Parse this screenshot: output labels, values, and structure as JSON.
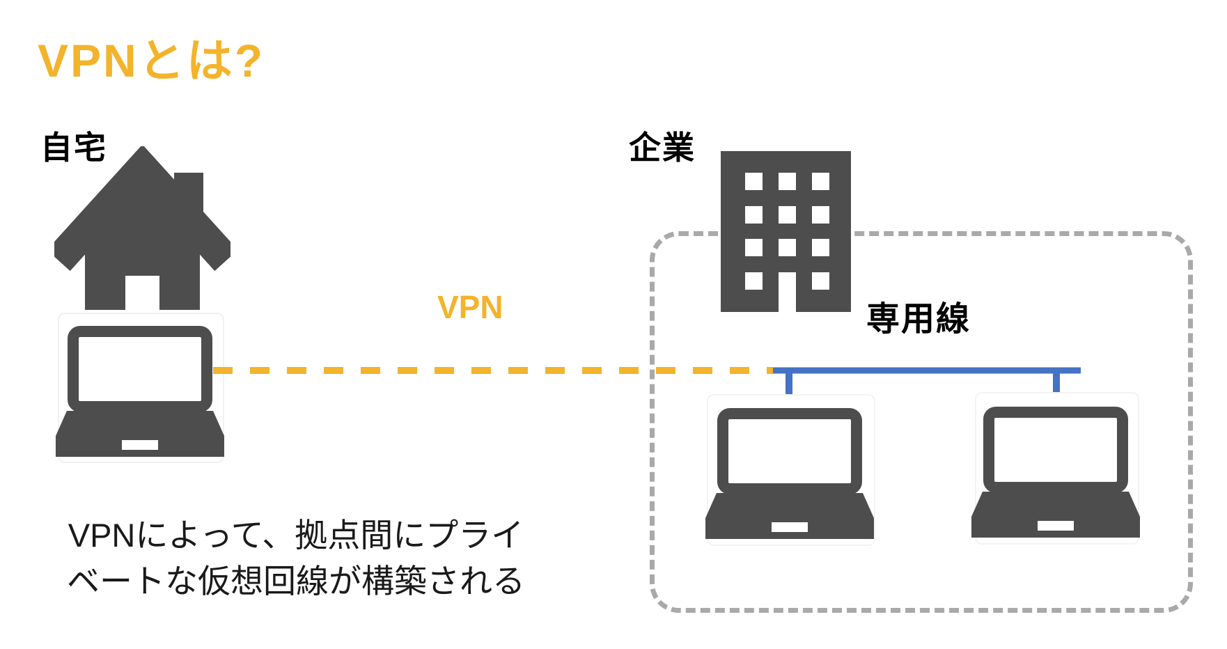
{
  "title": "VPNとは?",
  "home": {
    "label": "自宅"
  },
  "company": {
    "label": "企業"
  },
  "vpn_link": {
    "label": "VPN"
  },
  "dedicated_link": {
    "label": "専用線"
  },
  "caption": {
    "line1": "VPNによって、拠点間にプライ",
    "line2": "ベートな仮想回線が構築される"
  },
  "icons": {
    "house": "house-icon",
    "laptop": "laptop-icon",
    "building": "building-icon"
  },
  "colors": {
    "accent": "#F3B32B",
    "icon": "#4D4D4D",
    "line_blue": "#4472C4",
    "border_gray": "#A9A9A9"
  }
}
